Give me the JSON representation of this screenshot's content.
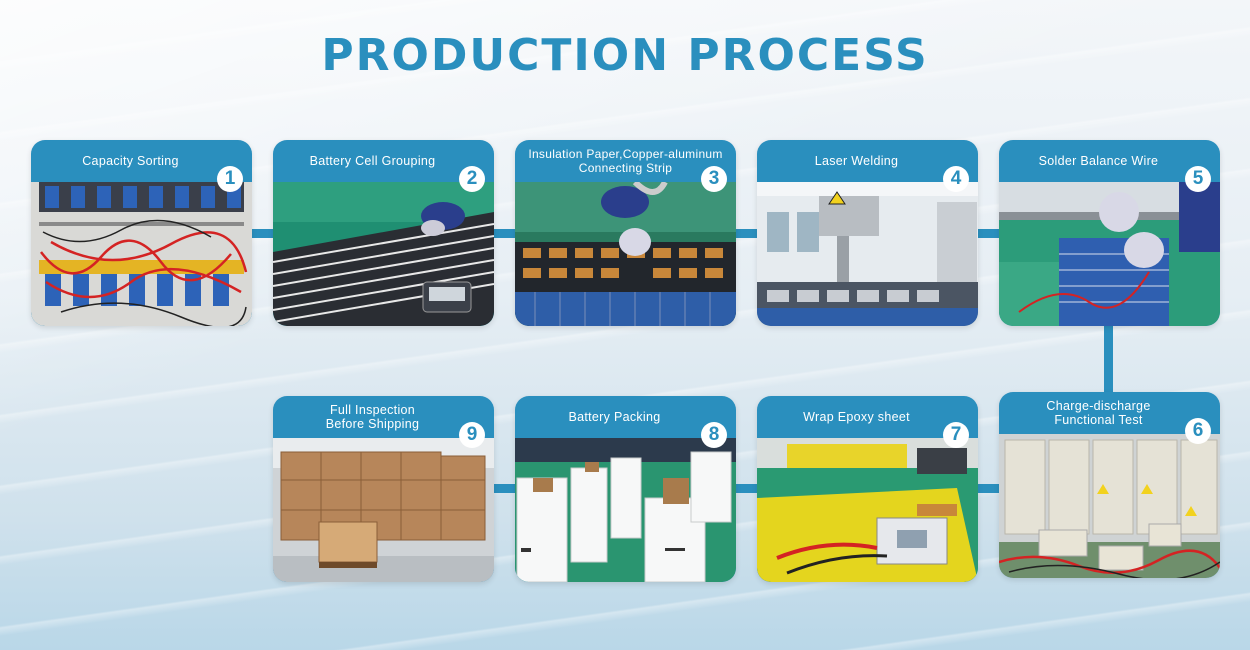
{
  "title": "PRODUCTION PROCESS",
  "colors": {
    "accent": "#2a8fbe",
    "background": "#e6eef4"
  },
  "steps": [
    {
      "number": "1",
      "label": "Capacity Sorting"
    },
    {
      "number": "2",
      "label": "Battery Cell Grouping"
    },
    {
      "number": "3",
      "label": "Insulation Paper,Copper-aluminum\nConnecting Strip"
    },
    {
      "number": "4",
      "label": "Laser Welding"
    },
    {
      "number": "5",
      "label": "Solder Balance Wire"
    },
    {
      "number": "6",
      "label": "Charge-discharge\nFunctional Test"
    },
    {
      "number": "7",
      "label": "Wrap Epoxy sheet"
    },
    {
      "number": "8",
      "label": "Battery Packing"
    },
    {
      "number": "9",
      "label": "Full Inspection\nBefore Shipping"
    }
  ]
}
